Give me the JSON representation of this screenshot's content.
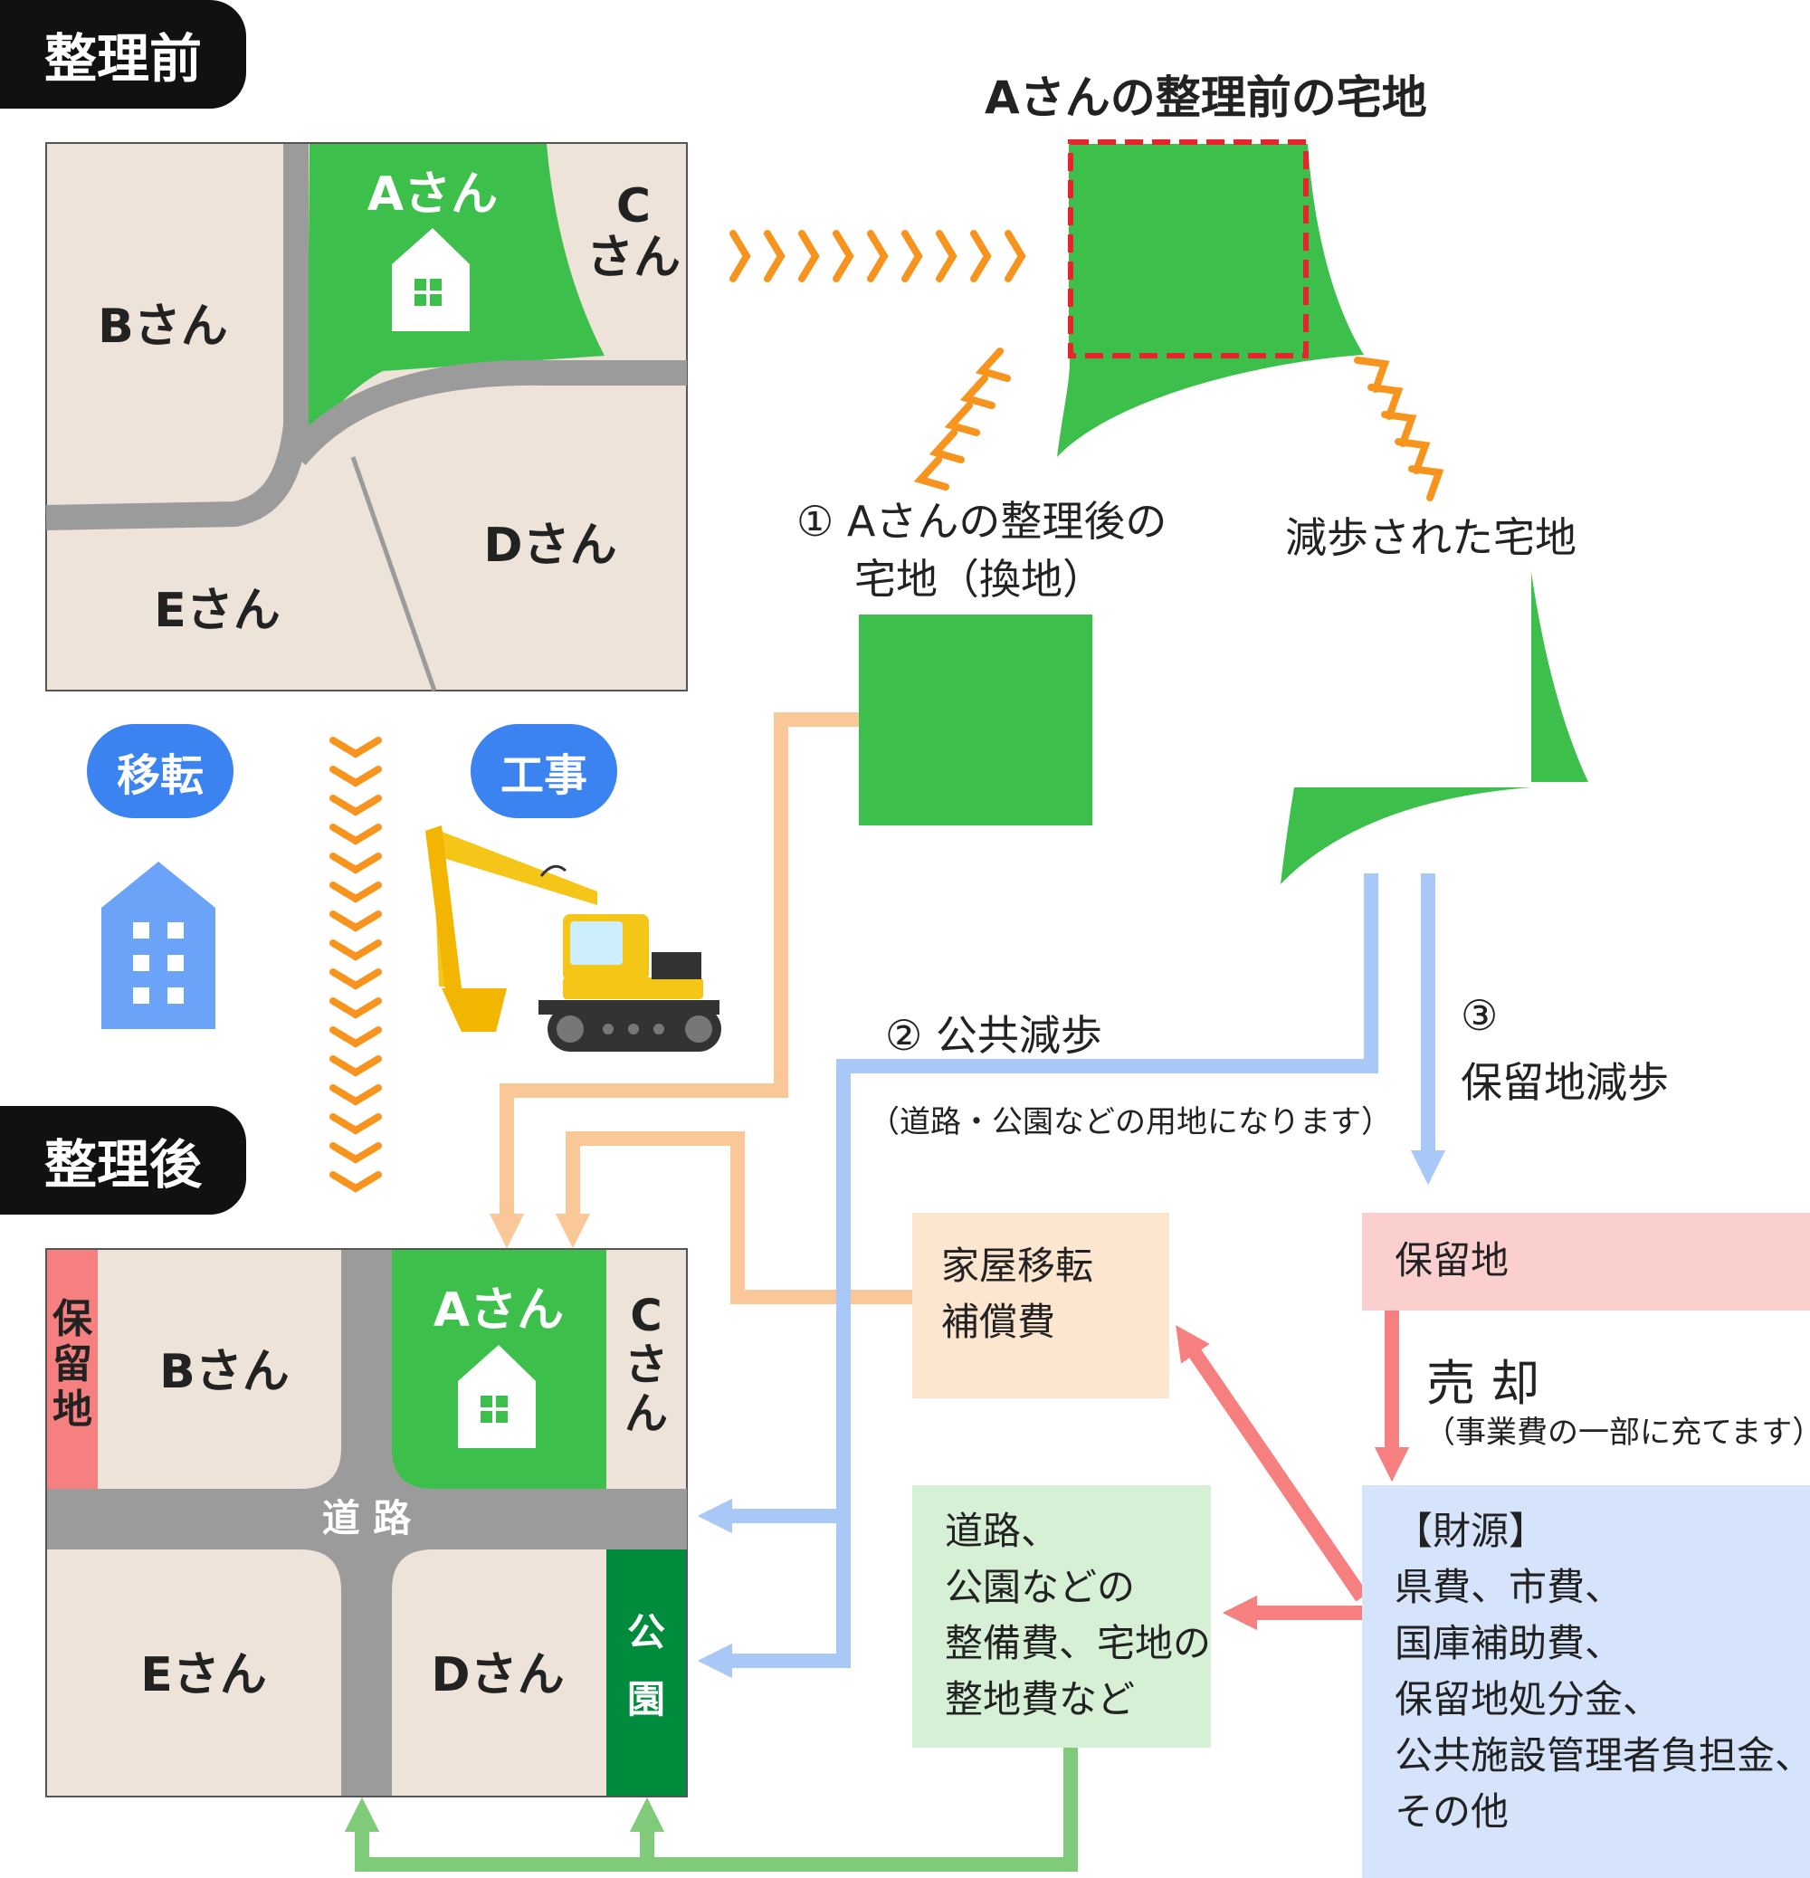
{
  "badges": {
    "before": "整理前",
    "after": "整理後",
    "relocation": "移転",
    "construction": "工事"
  },
  "before_map": {
    "a": "Aさん",
    "b": "Bさん",
    "c_line1": "C",
    "c_line2": "さん",
    "d": "Dさん",
    "e": "Eさん"
  },
  "after_map": {
    "reserve_v": [
      "保",
      "留",
      "地"
    ],
    "a": "Aさん",
    "b": "Bさん",
    "c_v": [
      "C",
      "さ",
      "ん"
    ],
    "road": "道 路",
    "park_v": [
      "公",
      "園"
    ],
    "d": "Dさん",
    "e": "Eさん"
  },
  "lot_title": "Aさんの整理前の宅地",
  "replot": {
    "line1": "① Aさんの整理後の",
    "line2": "宅地（換地）"
  },
  "reduced_label": "減歩された宅地",
  "public_reduction": {
    "label": "② 公共減歩",
    "note": "（道路・公園などの用地になります）"
  },
  "reserve_reduction": {
    "num": "③",
    "label": "保留地減歩"
  },
  "boxes": {
    "compensation": [
      "家屋移転",
      "補償費"
    ],
    "reserve": "保留地",
    "public_works": [
      "道路、",
      "公園などの",
      "整備費、宅地の",
      "整地費など"
    ],
    "funding": [
      "【財源】",
      "県費、市費、",
      "国庫補助費、",
      "保留地処分金、",
      "公共施設管理者負担金、",
      "その他"
    ]
  },
  "sale": {
    "label": "売 却",
    "note": "（事業費の一部に充てます）"
  },
  "colors": {
    "green": "#3cbf4b",
    "dark_green": "#008c3c",
    "land": "#ede3d9",
    "road": "#9b9b9b",
    "orange": "#f7941d",
    "blue": "#5b9df8",
    "light_blue": "#a8c8f8",
    "peach": "#fac898",
    "pink": "#f68080",
    "light_green": "#7fcb7a"
  }
}
